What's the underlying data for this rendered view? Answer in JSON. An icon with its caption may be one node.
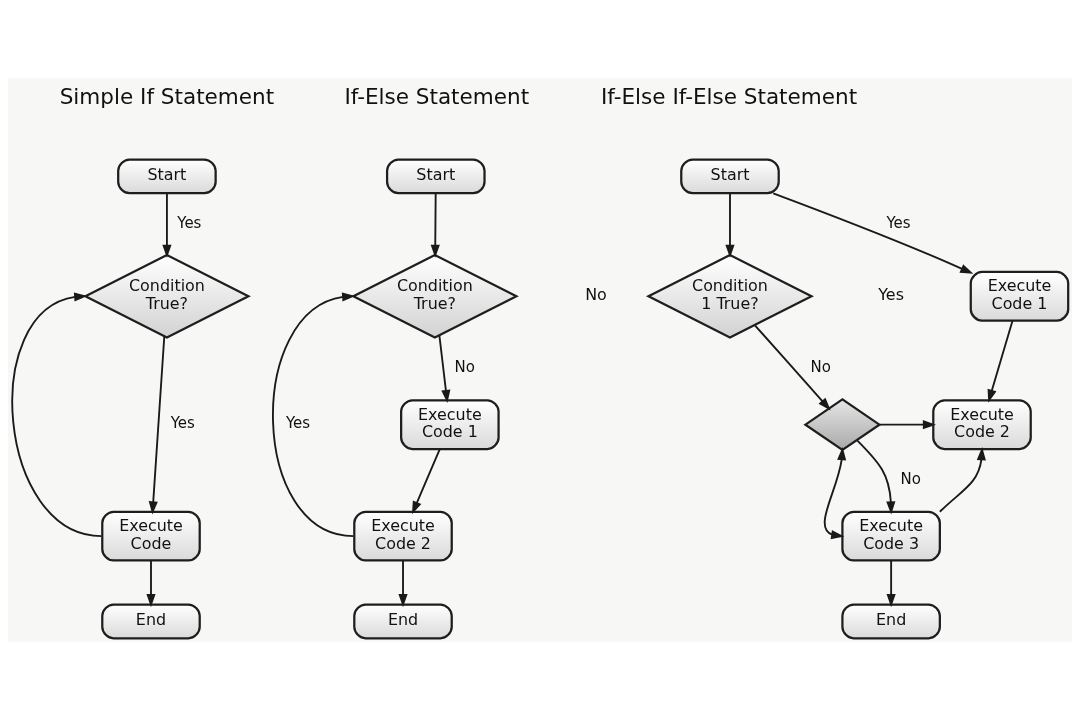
{
  "diagram": {
    "nodes": [
      {
        "text": [
          "Start"
        ]
      },
      {
        "text": [
          "Condition True?"
        ]
      },
      {
        "text": [
          "Execute Code"
        ]
      },
      {
        "text": [
          "End"
        ]
      },
      {
        "text": [
          "Start"
        ]
      },
      {
        "text": [
          "Condition True?"
        ]
      },
      {
        "text": [
          "Execute Code 1"
        ]
      },
      {
        "text": [
          "Execute Code 2"
        ]
      },
      {
        "text": [
          "End"
        ]
      },
      {
        "text": [
          "Start"
        ]
      },
      {
        "text": [
          "Condition 1 True?"
        ]
      },
      {
        "text": [
          "Execute Code 1"
        ]
      },
      {
        "text": [],
        "shape": "diamond"
      },
      {
        "text": [
          "Execute Code 2"
        ]
      },
      {
        "text": [
          "Execute Code 3"
        ]
      },
      {
        "text": [
          "End"
        ]
      }
    ],
    "edges": [
      {
        "from": 0,
        "to": 1,
        "arrow": "to",
        "label": "Yes"
      },
      {
        "from": 1,
        "to": 2,
        "arrow": "to",
        "label": "Yes"
      },
      {
        "from": 2,
        "to": 3,
        "arrow": "to"
      },
      {
        "from": 2,
        "to": 1,
        "arrow": "to"
      },
      {
        "from": 4,
        "to": 5,
        "arrow": "to"
      },
      {
        "from": 5,
        "to": 6,
        "arrow": "to",
        "label": "No"
      },
      {
        "from": 6,
        "to": 7,
        "arrow": "to"
      },
      {
        "from": 7,
        "to": 8,
        "arrow": "to"
      },
      {
        "from": 7,
        "to": 5,
        "arrow": "to",
        "label": "Yes"
      },
      {
        "from": 9,
        "to": 10,
        "arrow": "to"
      },
      {
        "from": 9,
        "to": 11,
        "arrow": "to",
        "label": "Yes"
      },
      {
        "from": 11,
        "to": 13,
        "arrow": "to"
      },
      {
        "from": 10,
        "to": 12,
        "arrow": "to",
        "label": "No"
      },
      {
        "from": 12,
        "to": 13,
        "arrow": "to"
      },
      {
        "from": 12,
        "to": 14,
        "arrow": "to",
        "label": "No"
      },
      {
        "from": 14,
        "to": 13,
        "arrow": "to"
      },
      {
        "from": 12,
        "to": 14,
        "arrow": "both"
      },
      {
        "from": 14,
        "to": 15,
        "arrow": "to"
      }
    ],
    "labels": [
      "Simple If Statement",
      "If-Else Statement",
      "If-Else If-Else Statement",
      "No",
      "Yes"
    ]
  }
}
